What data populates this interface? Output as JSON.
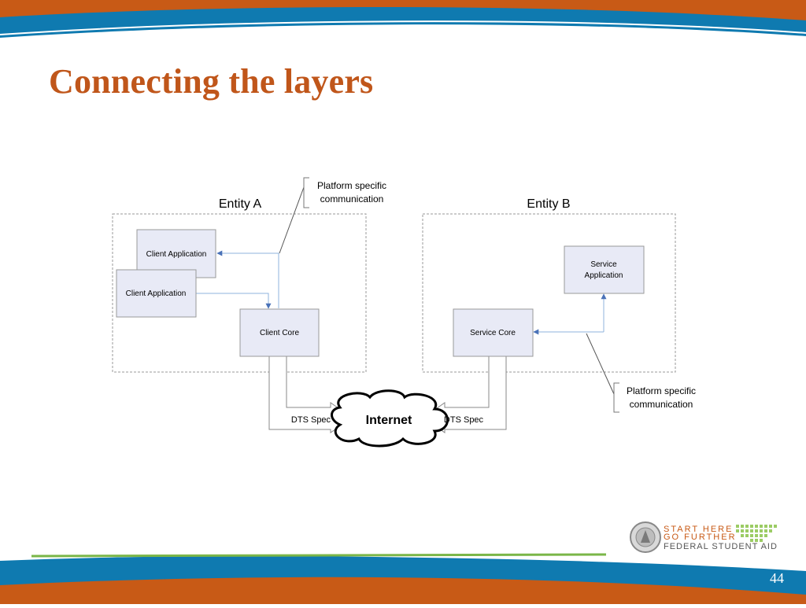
{
  "slide": {
    "title": "Connecting the layers",
    "page_number": "44"
  },
  "diagram": {
    "entity_a": "Entity A",
    "entity_b": "Entity B",
    "client_app_1": "Client Application",
    "client_app_2": "Client Application",
    "client_core": "Client Core",
    "service_core": "Service Core",
    "service_app_line1": "Service",
    "service_app_line2": "Application",
    "dts_spec_left": "DTS Spec",
    "dts_spec_right": "DTS Spec",
    "internet": "Internet",
    "callout_a_line1": "Platform specific",
    "callout_a_line2": "communication",
    "callout_b_line1": "Platform specific",
    "callout_b_line2": "communication"
  },
  "logo": {
    "line1": "START HERE",
    "line2": "GO FURTHER",
    "line3": "FEDERAL STUDENT AID"
  },
  "colors": {
    "orange": "#c85a16",
    "blue": "#0f7ab0",
    "box_fill": "#e8eaf6",
    "arrow": "#5a85c0"
  }
}
